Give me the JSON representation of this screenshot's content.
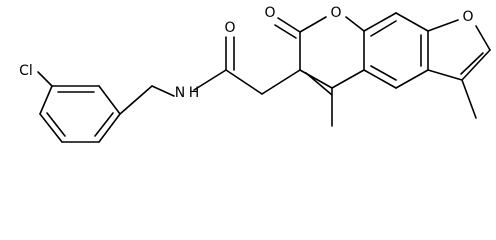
{
  "atoms": {
    "chlorine": "Cl",
    "amide_n": "N",
    "amide_h": "H",
    "carbonyl_o": "O",
    "lactone_ring_o": "O",
    "lactone_carbonyl_o": "O",
    "furan_o": "O"
  },
  "colors": {
    "bond": "#000000",
    "label": "#000000",
    "background": "#ffffff"
  }
}
